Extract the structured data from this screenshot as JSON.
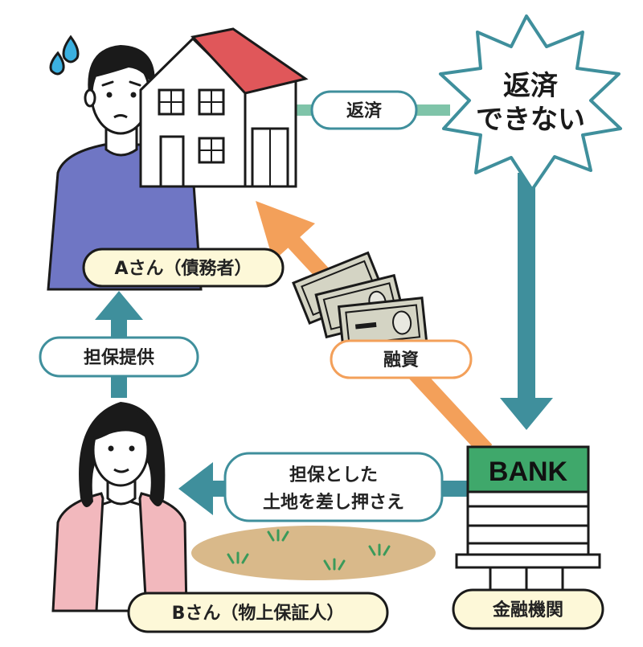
{
  "labels": {
    "repay": "返済",
    "cannot_repay_line1": "返済",
    "cannot_repay_line2": "できない",
    "person_a": "Aさん（債務者）",
    "collateral": "担保提供",
    "loan": "融資",
    "seize_line1": "担保とした",
    "seize_line2": "土地を差し押さえ",
    "person_b": "Bさん（物上保証人）",
    "bank_sign": "BANK",
    "bank_name": "金融機関"
  },
  "colors": {
    "teal": "#3f8f9c",
    "orange": "#f3a05a",
    "label_bg": "#fdf8d8",
    "label_border": "#3f8f9c",
    "house_roof": "#e0575a",
    "sweater_a": "#6f76c4",
    "cardigan_b": "#f2b8bd",
    "soil": "#d9b98a",
    "bank_sign_bg": "#3fa86b",
    "burst_stroke": "#3f8f9c"
  },
  "icons": [
    "sweat-drops-icon",
    "house-icon",
    "burst-icon",
    "money-bills-icon",
    "bank-building-icon",
    "grass-icon"
  ]
}
